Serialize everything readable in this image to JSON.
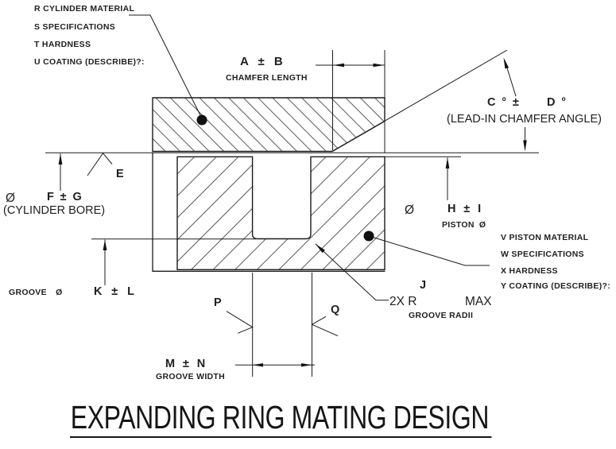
{
  "title": "EXPANDING RING MATING DESIGN",
  "cylinder_notes": {
    "r": "R CYLINDER MATERIAL",
    "s": "S SPECIFICATIONS",
    "t": "T HARDNESS",
    "u": "U COATING (DESCRIBE)?:"
  },
  "piston_notes": {
    "v": "V PISTON MATERIAL",
    "w": "W SPECIFICATIONS",
    "x": "X HARDNESS",
    "y": "Y COATING (DESCRIBE)?:"
  },
  "dims": {
    "chamfer_length": {
      "value": "A ± B",
      "caption": "CHAMFER LENGTH"
    },
    "lead_in_angle": {
      "c": "C ° ±",
      "d": "D °",
      "caption": "(LEAD-IN CHAMFER ANGLE)"
    },
    "finish": "E",
    "bore": {
      "dia_symbol": "Ø",
      "value": "F ± G",
      "caption": "(CYLINDER BORE)"
    },
    "piston": {
      "dia_symbol": "Ø",
      "value": "H ± I",
      "caption": "PISTON Ø"
    },
    "groove_dia": {
      "caption": "GROOVE Ø",
      "value": "K ± L"
    },
    "groove_width": {
      "value": "M ± N",
      "caption": "GROOVE WIDTH"
    },
    "groove_radii": {
      "value": "2X R",
      "qualifier": "MAX",
      "caption": "GROOVE RADII"
    },
    "p": "P",
    "q": "Q",
    "j": "J"
  },
  "colors": {
    "line": "#1b1b1b",
    "hatch": "#5f5f5f",
    "text": "#1f1f1f"
  }
}
